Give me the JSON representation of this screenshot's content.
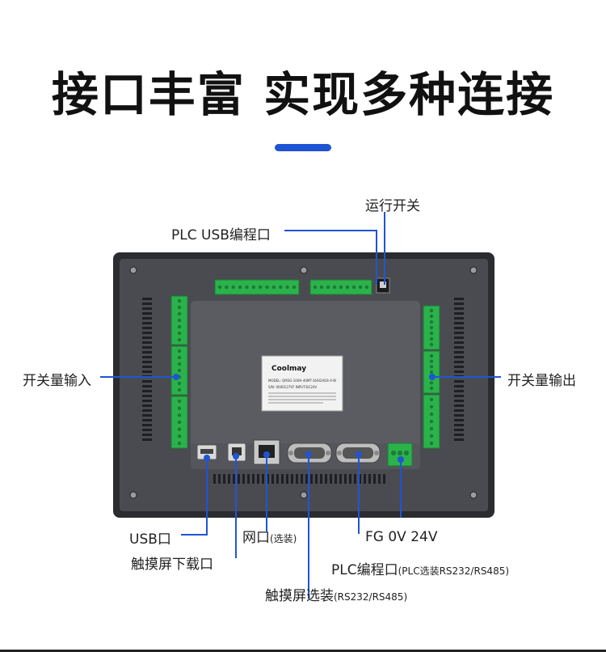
{
  "headline": "接口丰富 实现多种连接",
  "colors": {
    "accent": "#1f55d4",
    "callout_line": "#1f55d4",
    "panel": "#3d3e42",
    "terminal": "#2bb24c"
  },
  "device": {
    "brand": "Coolmay",
    "plate_line1": "MODEL: QM3G-100H-40MT-16AI2AO4-4-W",
    "plate_line2": "S/N: 000012797    INPUT:DC24V"
  },
  "callouts": {
    "run_switch": "运行开关",
    "plc_usb_port": "PLC USB编程口",
    "switch_input": "开关量输入",
    "switch_output": "开关量输出",
    "usb_port": "USB口",
    "network_port": "网口",
    "network_port_note": "(选装)",
    "fg_power": "FG 0V 24V",
    "touchscreen_download": "触摸屏下载口",
    "plc_programming_port": "PLC编程口",
    "plc_programming_note": "(PLC选装RS232/RS485)",
    "touchscreen_optional": "触摸屏选装",
    "touchscreen_optional_note": "(RS232/RS485)"
  }
}
